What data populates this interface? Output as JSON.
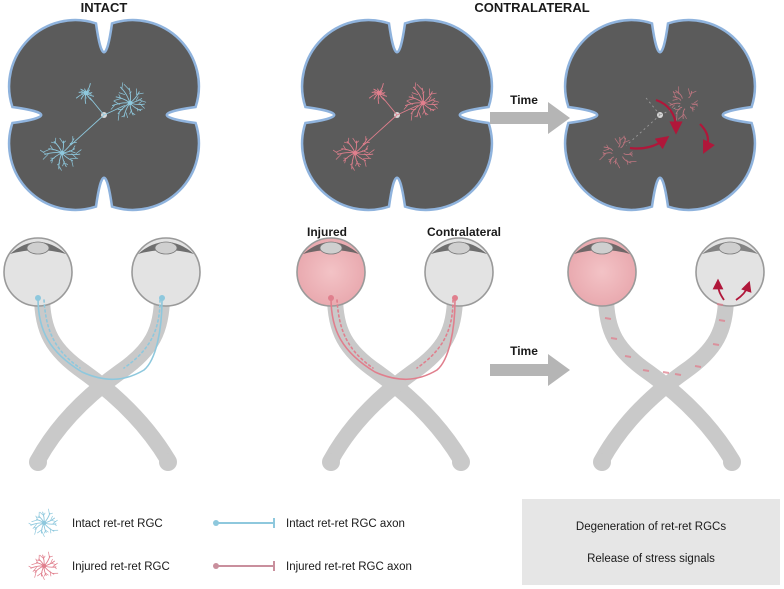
{
  "headers": {
    "intact": "INTACT",
    "contralateral": "CONTRALATERAL"
  },
  "subheaders": {
    "injured": "Injured",
    "contralateral": "Contralateral"
  },
  "arrows": {
    "top": "Time",
    "bottom": "Time"
  },
  "legend": {
    "intact_rgc": "Intact ret-ret RGC",
    "intact_axon": "Intact ret-ret RGC axon",
    "injured_rgc": "Injured ret-ret RGC",
    "injured_axon": "Injured ret-ret RGC axon"
  },
  "signal_box": {
    "line1": "Degeneration of ret-ret RGCs",
    "line2": "Release of stress signals"
  },
  "colors": {
    "retina_fill": "#5b5b5b",
    "retina_edge": "#8fb3dd",
    "intact": "#8ec8dd",
    "injured": "#e07f8d",
    "stress_arrow": "#b0173a",
    "nerve": "#c9c9c9",
    "arrow_gray": "#b5b5b5",
    "box": "#e6e6e6"
  }
}
